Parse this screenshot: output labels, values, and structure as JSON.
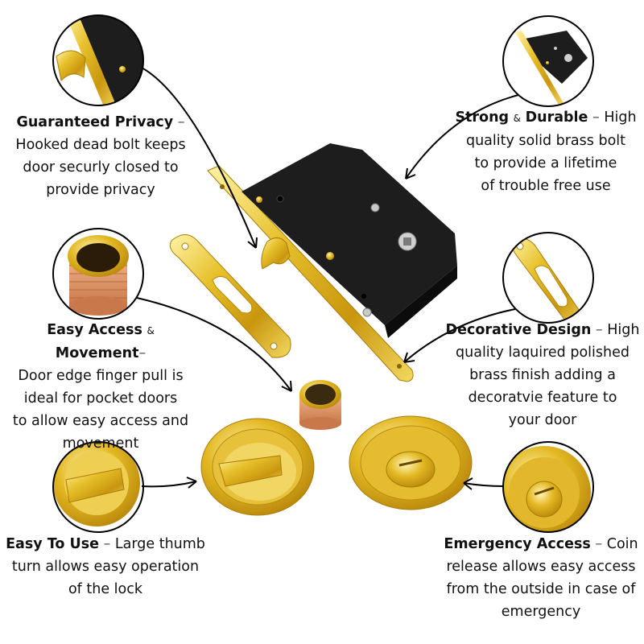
{
  "colors": {
    "brass": "#d8b21c",
    "brass_light": "#f6e27a",
    "lock_body": "#1b1b1b",
    "copper": "#d9905c",
    "text": "#111111"
  },
  "callouts": {
    "privacy": {
      "title": "Guaranteed Privacy",
      "dash": "–",
      "lines": [
        "Hooked dead bolt keeps",
        "door securly closed to",
        "provide privacy"
      ]
    },
    "strong": {
      "title_a": "Strong",
      "amp": "&",
      "title_b": "Durable",
      "dash": "–",
      "first": "High",
      "lines": [
        "quality solid brass bolt",
        "to provide a lifetime",
        "of trouble free use"
      ]
    },
    "access": {
      "title_a": "Easy Access",
      "amp": "&",
      "title_b": "Movement",
      "dash": "–",
      "lines": [
        "Door edge finger pull is",
        "ideal for pocket doors",
        "to allow easy access and",
        "movement"
      ]
    },
    "decorative": {
      "title": "Decorative Design",
      "dash": "–",
      "first": "High",
      "lines": [
        "quality laquired polished",
        "brass finish adding a",
        "decoratvie feature to",
        "your door"
      ]
    },
    "easy_use": {
      "title": "Easy To Use",
      "dash": "–",
      "first": "Large thumb",
      "lines": [
        "turn allows easy operation",
        "of the lock"
      ]
    },
    "emergency": {
      "title": "Emergency Access",
      "dash": "–",
      "first": "Coin",
      "lines": [
        "release allows easy access",
        "from the outside in case of",
        "emergency"
      ]
    }
  },
  "icons": [
    "hook-bolt-zoom-icon",
    "lock-body-zoom-icon",
    "finger-pull-zoom-icon",
    "strike-plate-zoom-icon",
    "thumb-turn-zoom-icon",
    "coin-release-zoom-icon"
  ]
}
